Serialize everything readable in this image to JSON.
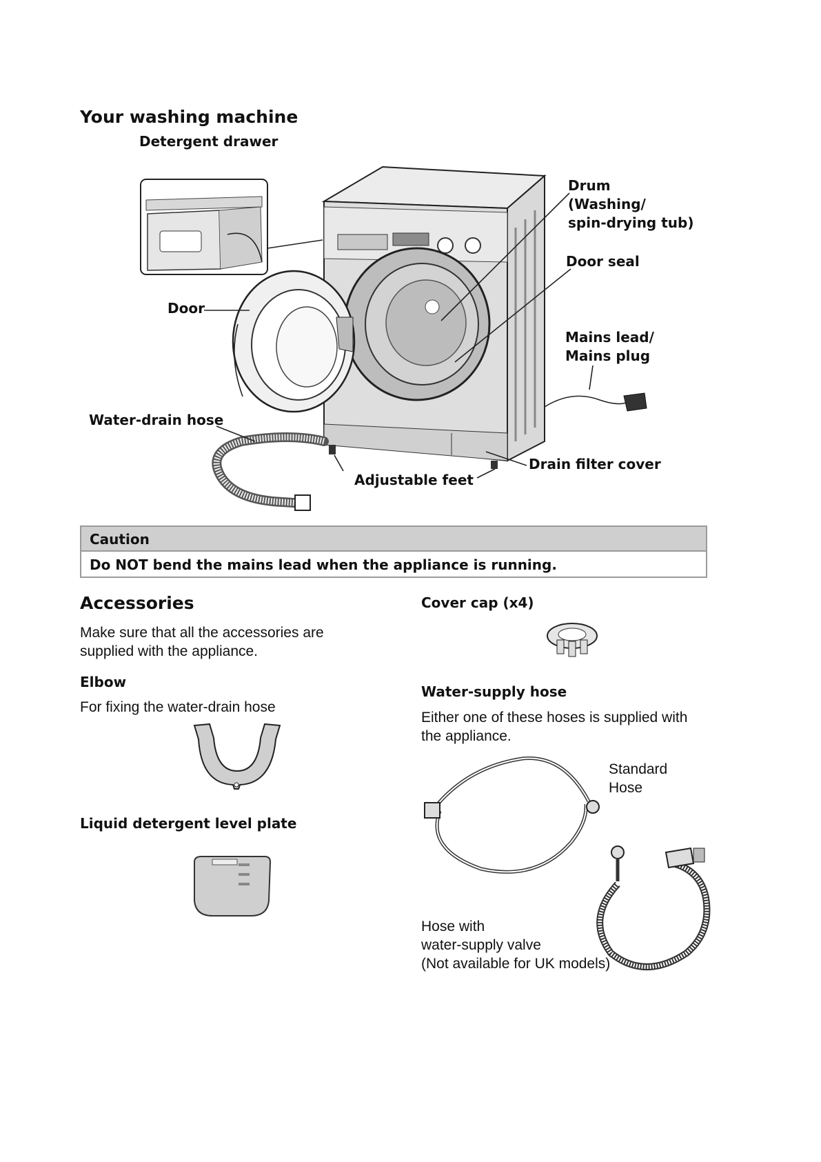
{
  "machine": {
    "title": "Your washing machine",
    "labels": {
      "detergent_drawer": "Detergent drawer",
      "drum_line1": "Drum",
      "drum_line2": "(Washing/",
      "drum_line3": "spin-drying tub)",
      "door_seal": "Door seal",
      "door": "Door",
      "mains_line1": "Mains lead/",
      "mains_line2": "Mains plug",
      "water_drain_hose": "Water-drain hose",
      "drain_filter_cover": "Drain filter cover",
      "adjustable_feet": "Adjustable feet"
    }
  },
  "caution": {
    "heading": "Caution",
    "text": "Do NOT bend the mains lead when the appliance is running."
  },
  "accessories": {
    "title": "Accessories",
    "intro_line1": "Make sure that all the accessories are",
    "intro_line2": "supplied with the appliance.",
    "elbow": {
      "title": "Elbow",
      "desc": "For fixing the water-drain hose"
    },
    "level_plate": {
      "title": "Liquid detergent level plate"
    },
    "cover_cap": {
      "title": "Cover cap (x4)"
    },
    "supply_hose": {
      "title": "Water-supply hose",
      "desc_line1": "Either one of these hoses is supplied with",
      "desc_line2": "the appliance.",
      "standard_line1": "Standard",
      "standard_line2": "Hose",
      "valve_line1": "Hose with",
      "valve_line2": "water-supply valve",
      "valve_line3": "(Not available for UK models)"
    }
  }
}
